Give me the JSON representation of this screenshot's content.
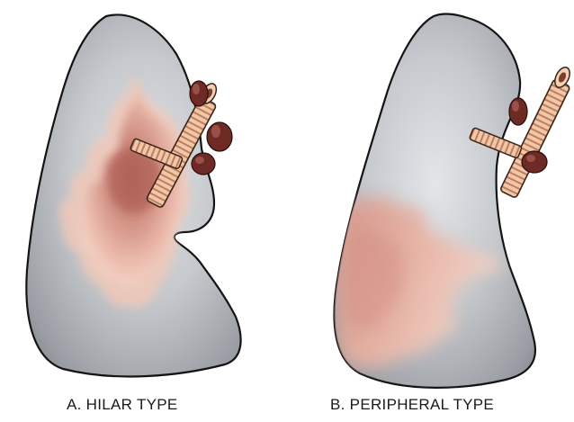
{
  "panels": [
    {
      "id": "a",
      "caption": "A. HILAR TYPE"
    },
    {
      "id": "b",
      "caption": "B. PERIPHERAL TYPE"
    }
  ],
  "colors": {
    "lung_light": "#dfe2e5",
    "lung_mid": "#b4b8bd",
    "lung_dark": "#7d8188",
    "outline": "#141414",
    "lesion_core": "#b56a60",
    "lesion_mid": "#d89a8c",
    "lesion_edge": "#f0c7b8",
    "bronchus_fill": "#f0c8a8",
    "bronchus_band": "#b8745a",
    "node": "#6e2a24",
    "node_highlight": "#b86a60"
  }
}
